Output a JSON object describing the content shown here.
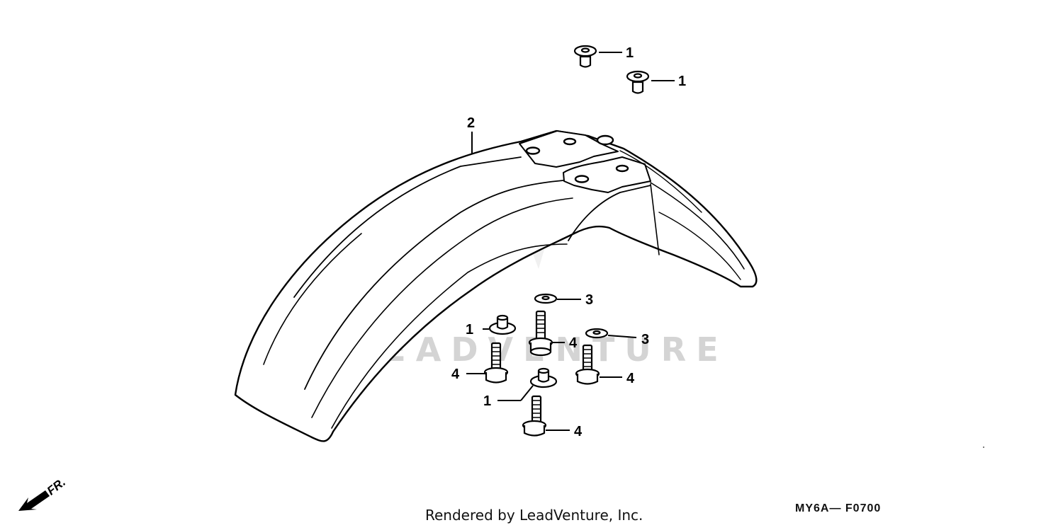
{
  "watermark": "LEADVENTURE",
  "callouts": {
    "c1a": "1",
    "c1b": "1",
    "c2": "2",
    "c3a": "3",
    "c3b": "3",
    "c1c": "1",
    "c4a": "4",
    "c4b": "4",
    "c1d": "1",
    "c4c": "4",
    "c4d": "4"
  },
  "direction_label": "FR.",
  "footer": {
    "credit": "Rendered by LeadVenture, Inc.",
    "code": "MY6A— F0700"
  }
}
